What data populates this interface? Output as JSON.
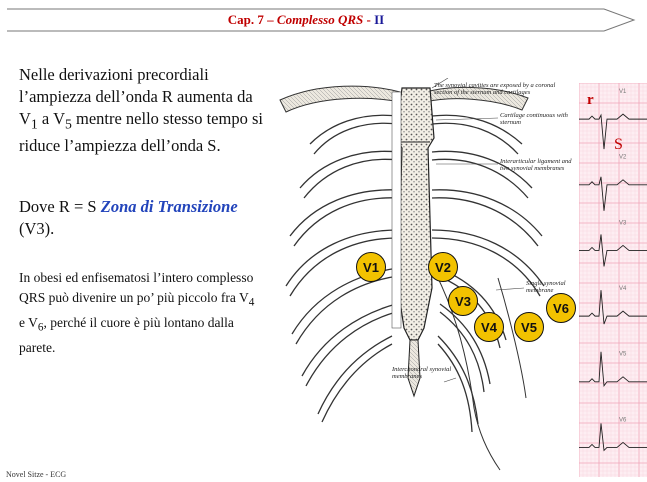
{
  "header": {
    "cap": "Cap. 7 – ",
    "topic": "Complesso QRS",
    "sep": " - ",
    "num": "II"
  },
  "para1": {
    "a": "Nelle derivazioni precordiali l’ampiezza dell’onda R aumenta da V",
    "sub1": "1",
    "b": " a V",
    "sub2": "5",
    "c": " mentre nello stesso tempo si riduce l’ampiezza dell’onda S."
  },
  "para2": {
    "a": "Dove R = S ",
    "zona": "Zona di Transizione",
    "b": " (V3)."
  },
  "para3": {
    "a": "In obesi ed enfisematosi l’intero complesso QRS può divenire un po’ più piccolo fra V",
    "sub1": "4",
    "b": " e V",
    "sub2": "6",
    "c": ", perché il cuore è più lontano dalla parete."
  },
  "anatomy": {
    "label_top": "The synovial cavities are exposed by a coronal section of the sternum and cartilages",
    "label_cart": "Cartilage continuous with sternum",
    "label_inter": "Interarticular ligament and two synovial membranes",
    "label_single": "Single synovial membrane",
    "label_interch": "Interchondral synovial membranes"
  },
  "leads": [
    "V1",
    "V2",
    "V3",
    "V4",
    "V5",
    "V6"
  ],
  "ecg": {
    "r_label": "r",
    "s_label": "S",
    "leads": [
      "V1",
      "V2",
      "V3",
      "V4",
      "V5",
      "V6"
    ]
  },
  "footer": "Novel Sitze - ECG"
}
